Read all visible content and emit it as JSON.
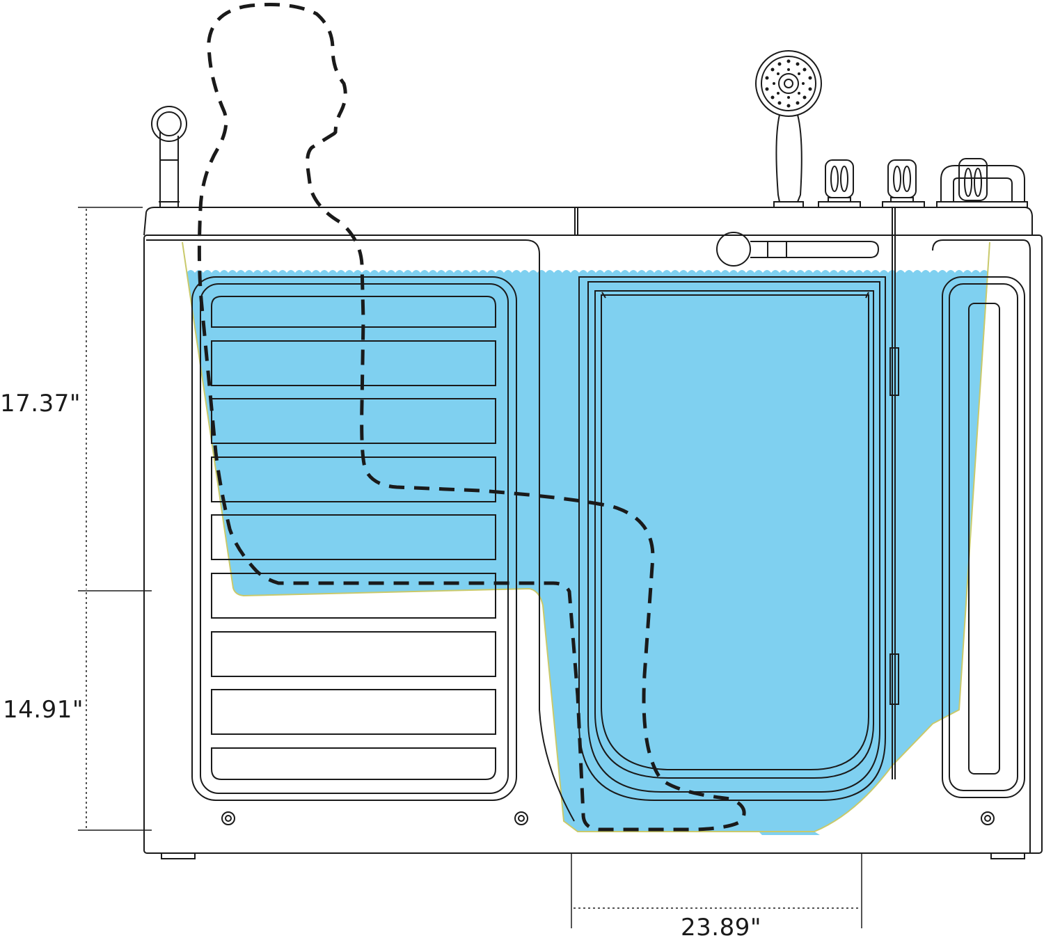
{
  "dimensions": {
    "upper_height": "17.37\"",
    "lower_height": "14.91\"",
    "door_width": "23.89\""
  },
  "colors": {
    "water": "#7fd0f0",
    "line": "#1a1a1a",
    "waterline_edge": "#c9c96a",
    "background": "#ffffff"
  },
  "icons": {
    "hand_shower": "hand-shower-icon",
    "faucet": "faucet-icon",
    "valve": "valve-knob-icon",
    "grab_bar": "grab-bar-icon"
  }
}
